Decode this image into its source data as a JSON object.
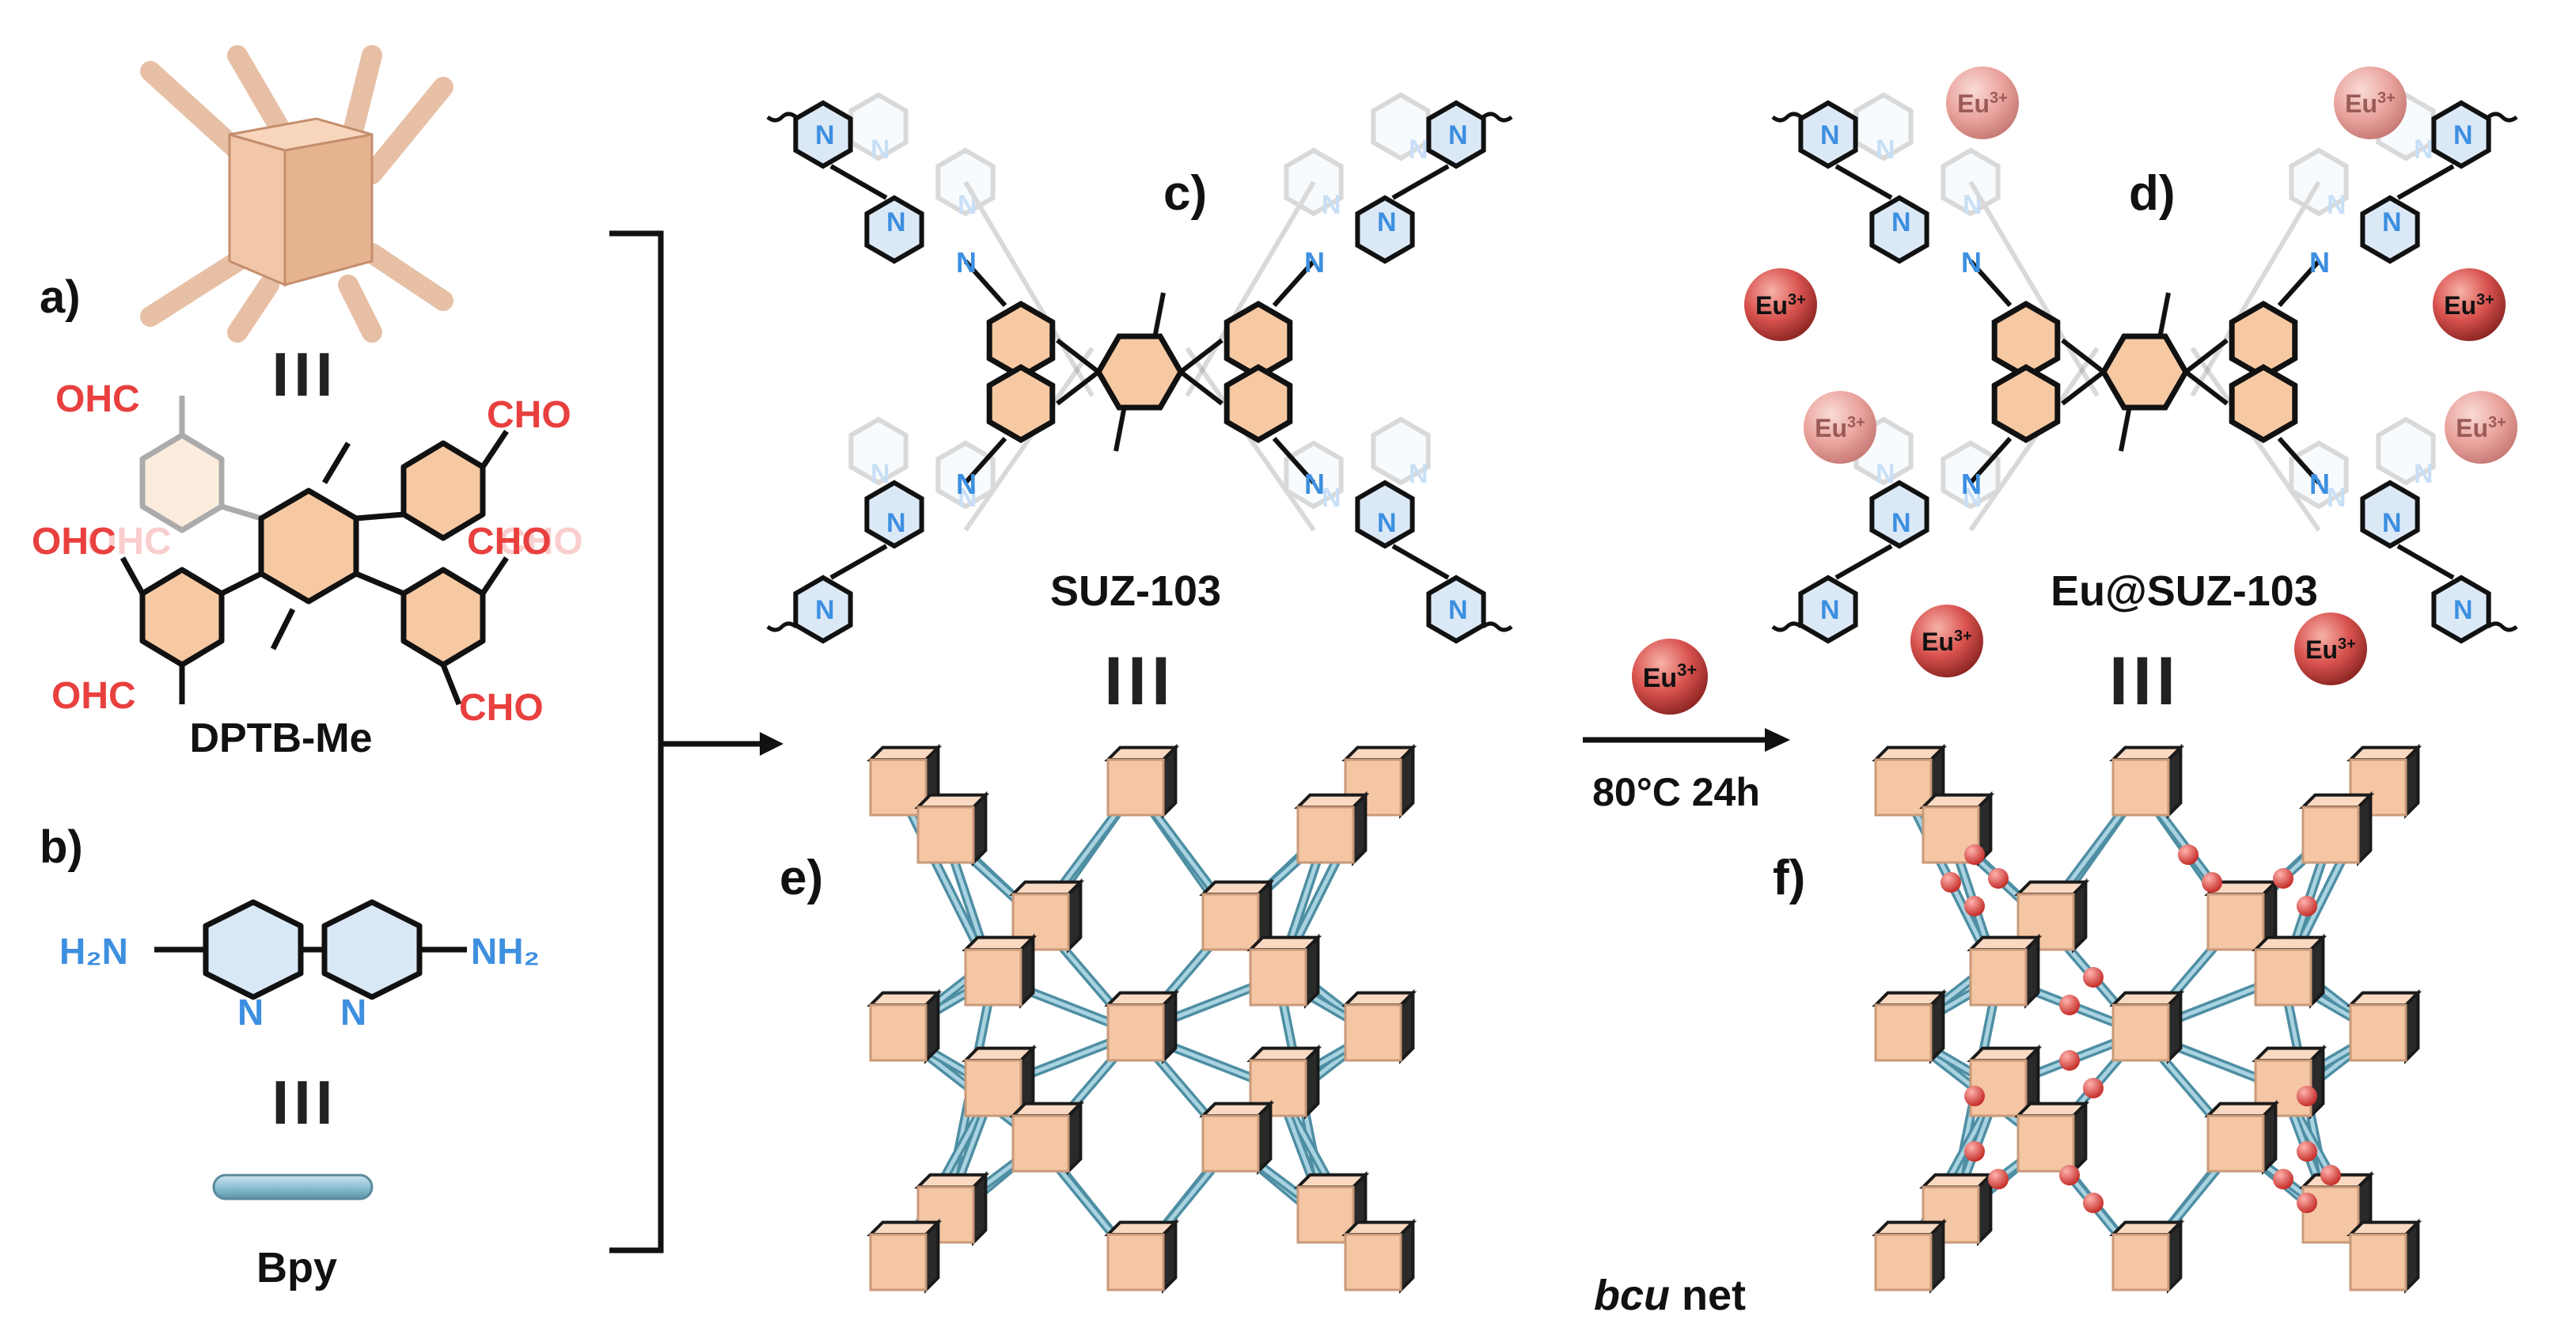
{
  "panel_labels": {
    "a": "a)",
    "b": "b)",
    "c": "c)",
    "d": "d)",
    "e": "e)",
    "f": "f)"
  },
  "linker": {
    "name": "DPTB-Me",
    "aldehyde_groups": [
      "OHC",
      "CHO",
      "OHC",
      "CHO",
      "OHC",
      "CHO",
      "OHC",
      "CHO"
    ]
  },
  "amine": {
    "name": "Bpy",
    "amine_groups": [
      "H₂N",
      "NH₂"
    ],
    "ring_atom": "N"
  },
  "frameworks": {
    "pristine": "SUZ-103",
    "loaded": "Eu@SUZ-103",
    "topology_italic": "bcu",
    "topology_suffix": " net"
  },
  "reaction": {
    "ion": "Eu",
    "ion_charge": "3+",
    "conditions": "80°C 24h"
  },
  "equivalence_symbol": "III",
  "colors": {
    "node": "#f4c6a4",
    "node_edge": "#1a1a1a",
    "linker_rod": "#86b9ce",
    "aldehyde": "#e8403e",
    "nitrogen": "#3d8fe0",
    "eu_ion": "#d9534f",
    "ring_fill": "#f6c9a3",
    "bond": "#111111"
  }
}
